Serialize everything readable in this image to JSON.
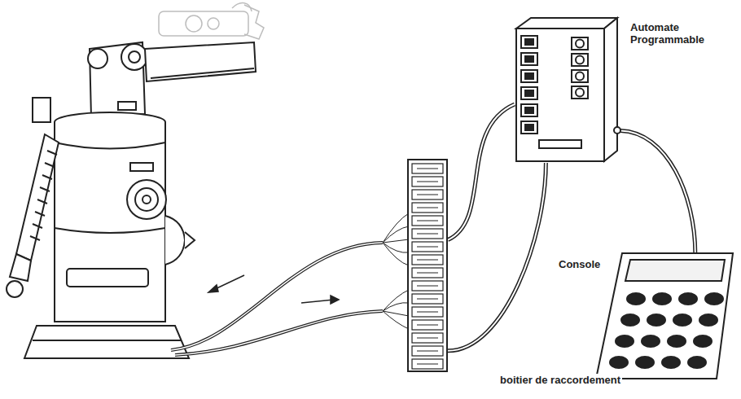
{
  "diagram": {
    "nodes": [
      {
        "text": [
          "Automate Programmable"
        ]
      },
      {
        "text": [
          "Console"
        ]
      },
      {
        "text": [
          "boitier de raccordement"
        ]
      }
    ],
    "edges": [
      {
        "from": 0,
        "to": 2,
        "arrow": "none"
      },
      {
        "from": 0,
        "to": 2,
        "arrow": "none"
      },
      {
        "from": 0,
        "to": 1,
        "arrow": "none"
      }
    ]
  }
}
